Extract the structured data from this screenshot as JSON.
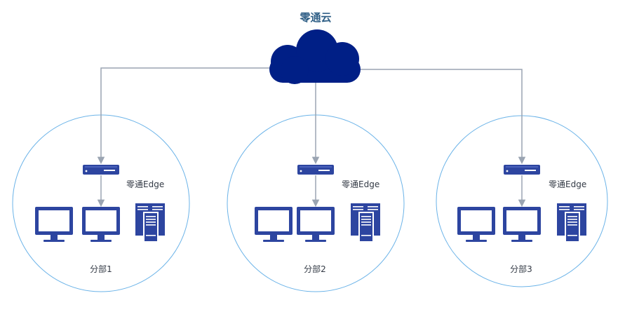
{
  "title": "零通云",
  "edge_label": "零通Edge",
  "branches": [
    {
      "label": "分部1"
    },
    {
      "label": "分部2"
    },
    {
      "label": "分部3"
    }
  ],
  "colors": {
    "cloud": "#001f86",
    "device": "#2d45a0",
    "line": "#9aa4b2",
    "circle": "#6bb3e8",
    "title": "#2f5f86"
  },
  "icons": [
    "cloud-icon",
    "router-icon",
    "monitor-icon",
    "server-tower-icon"
  ]
}
